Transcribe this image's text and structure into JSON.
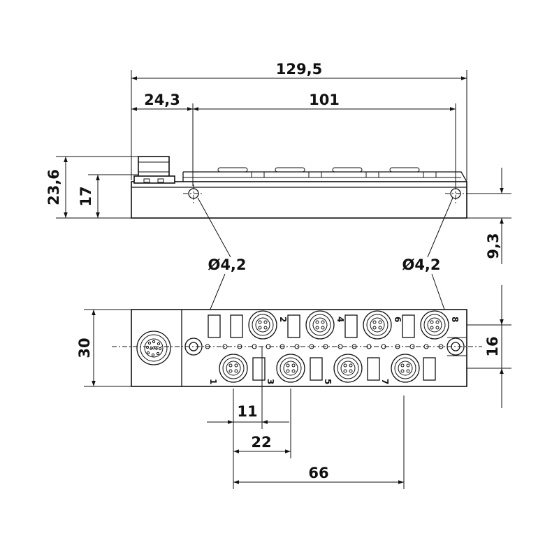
{
  "dimensions": {
    "overall_length": "129,5",
    "connector_offset": "24,3",
    "hole_spacing": "101",
    "total_height": "23,6",
    "body_height": "17",
    "hole_height": "9,3",
    "hole_diameter_left": "Ø4,2",
    "hole_diameter_right": "Ø4,2",
    "width": "30",
    "row_spacing": "16",
    "port_offset": "11",
    "port_pitch": "22",
    "port_span": "66"
  },
  "ports": {
    "top_row": [
      "2",
      "4",
      "6",
      "8"
    ],
    "bottom_row": [
      "1",
      "3",
      "5",
      "7"
    ]
  }
}
